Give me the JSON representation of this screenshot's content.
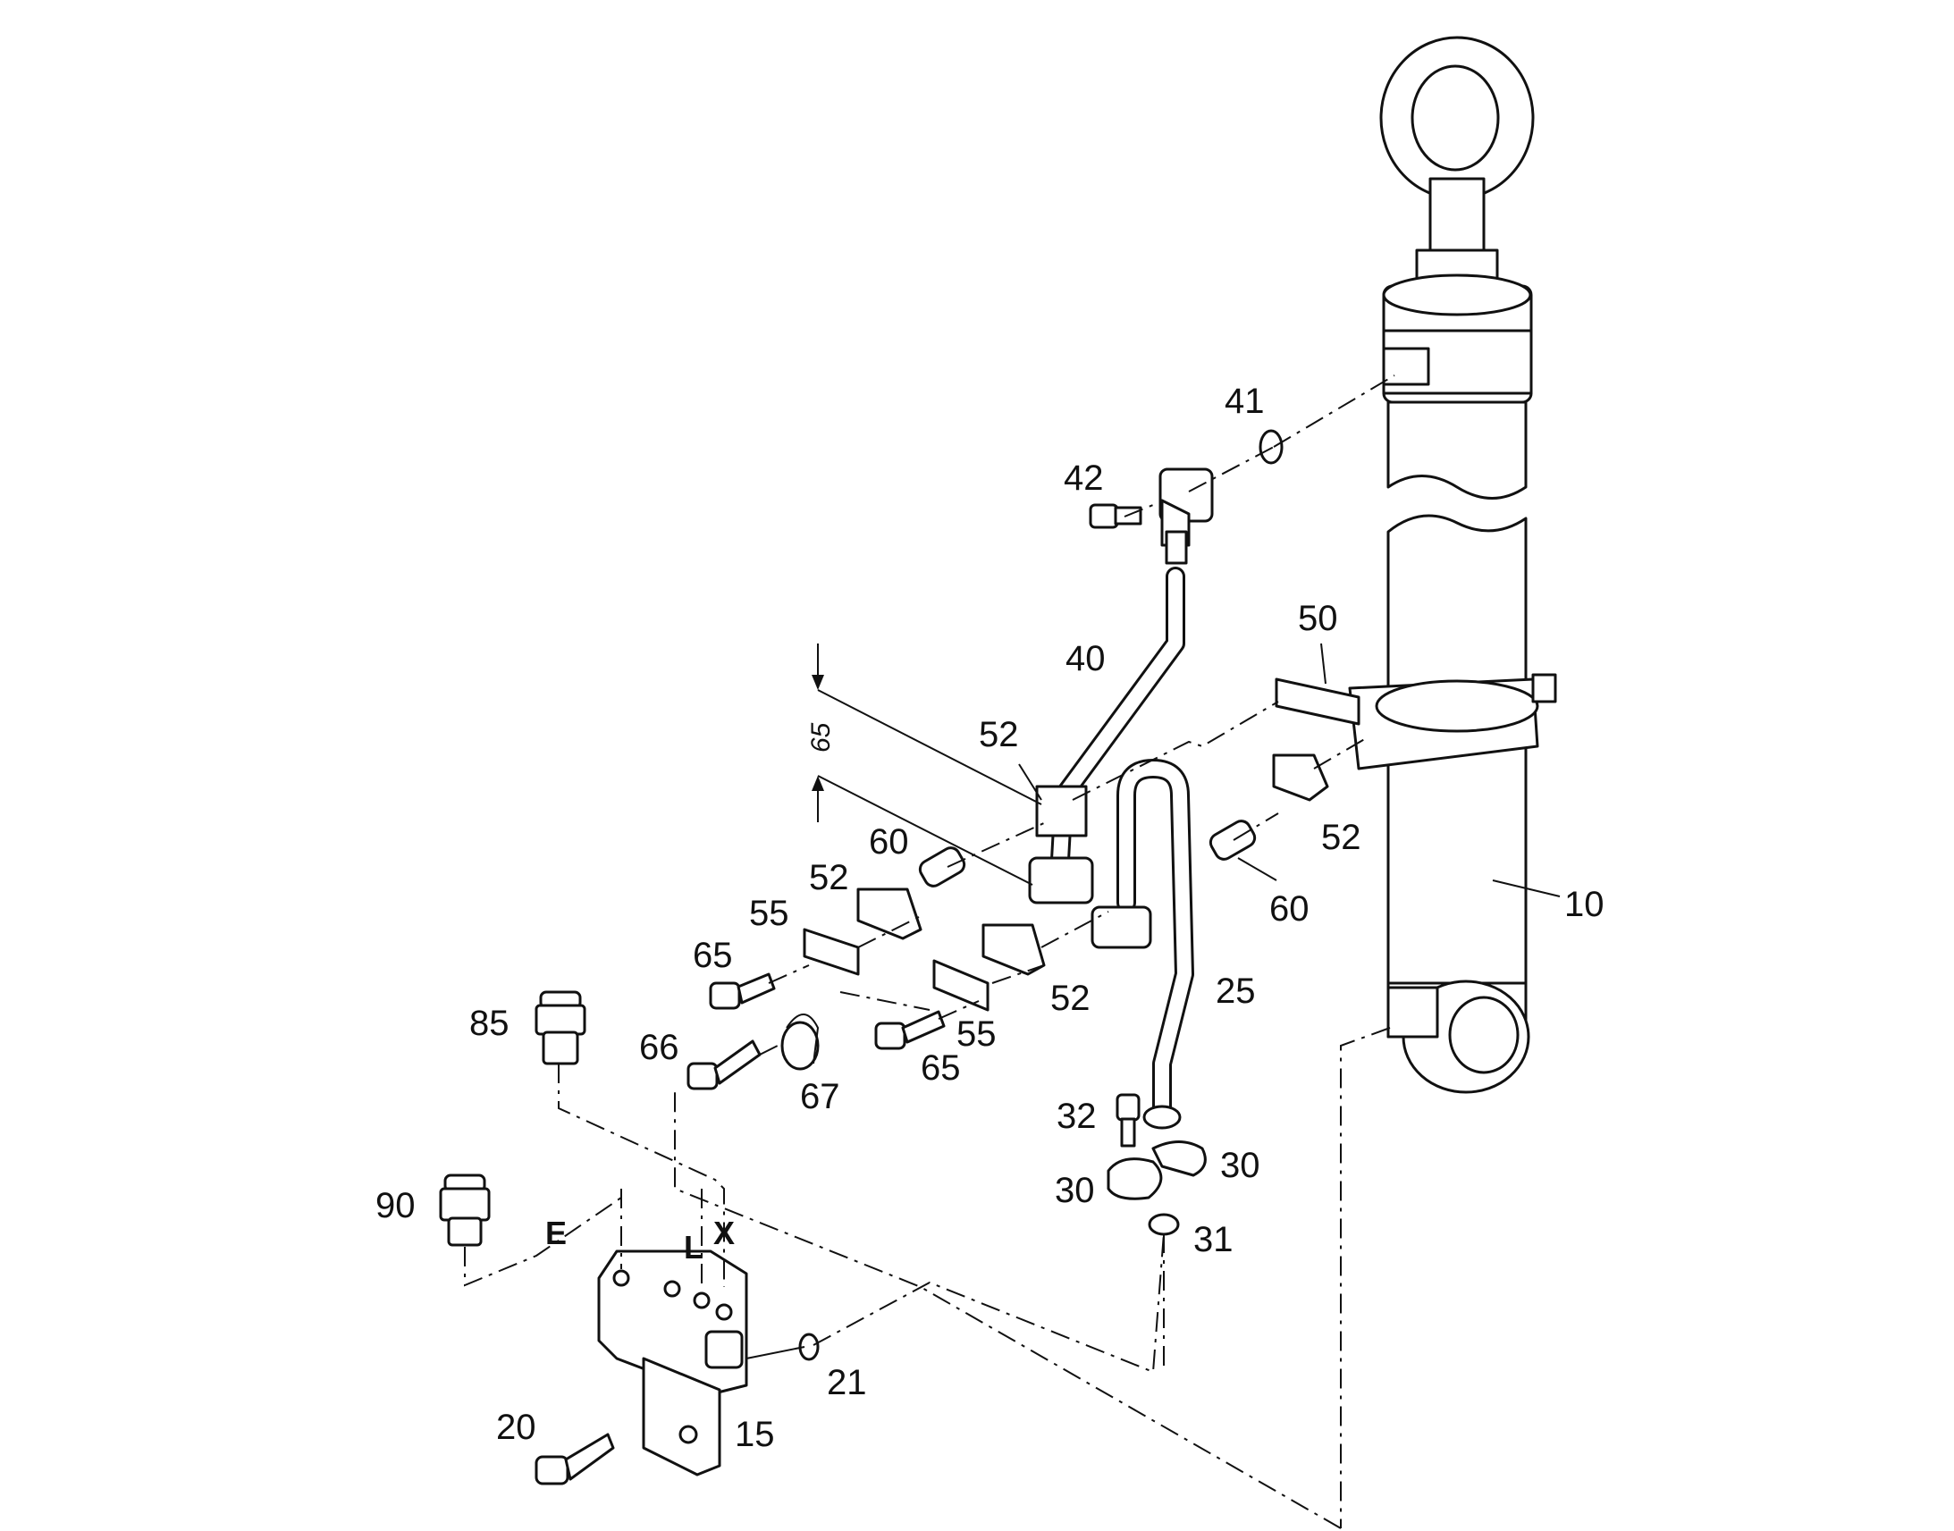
{
  "callouts": {
    "n10": "10",
    "n15": "15",
    "n20": "20",
    "n21": "21",
    "n25": "25",
    "n30a": "30",
    "n30b": "30",
    "n31": "31",
    "n32": "32",
    "n40": "40",
    "n41": "41",
    "n42": "42",
    "n50": "50",
    "n52a": "52",
    "n52b": "52",
    "n52c": "52",
    "n52d": "52",
    "n55a": "55",
    "n55b": "55",
    "n60a": "60",
    "n60b": "60",
    "n65a": "65",
    "n65b": "65",
    "n66": "66",
    "n67": "67",
    "n85": "85",
    "n90": "90"
  },
  "ports": {
    "E": "E",
    "L": "L",
    "X": "X"
  },
  "dimension": {
    "value": "65"
  }
}
